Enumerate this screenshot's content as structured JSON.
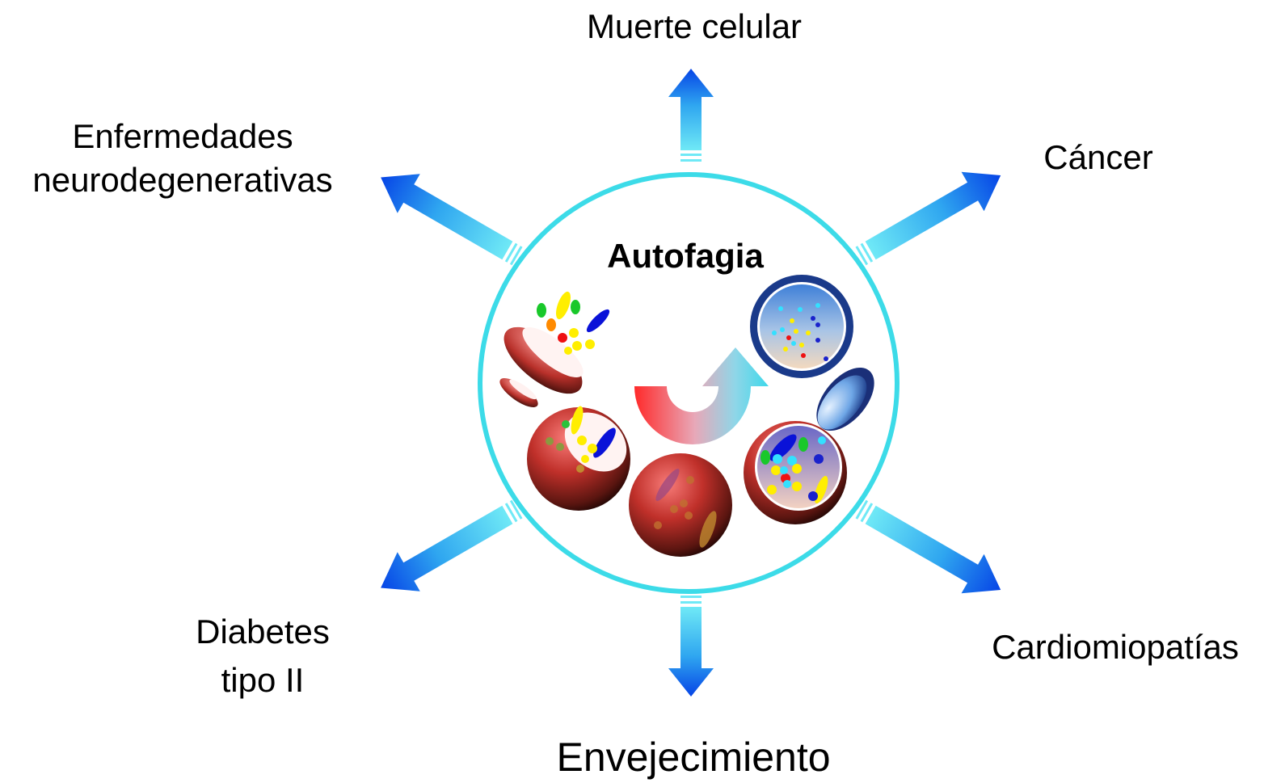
{
  "center": {
    "title": "Autofagia"
  },
  "outcomes": {
    "top": "Muerte celular",
    "top_right": "Cáncer",
    "bottom_right": "Cardiomiopatías",
    "bottom": "Envejecimiento",
    "bottom_left": {
      "line1": "Diabetes",
      "line2": "tipo II"
    },
    "top_left": {
      "line1": "Enfermedades",
      "line2": "neurodegenerativas"
    }
  },
  "colors": {
    "ring": "#3cdbe8",
    "arrow_light": "#5ee3f3",
    "arrow_dark": "#0a52e8",
    "vesicle_red": "#c0302a",
    "vesicle_blue": "#2a5fc0"
  },
  "icons": {
    "arrow": "thick-gradient-arrow",
    "cycle": "curved-red-to-cyan-arrow",
    "vesicle": "sphere-with-cargo-dots"
  }
}
